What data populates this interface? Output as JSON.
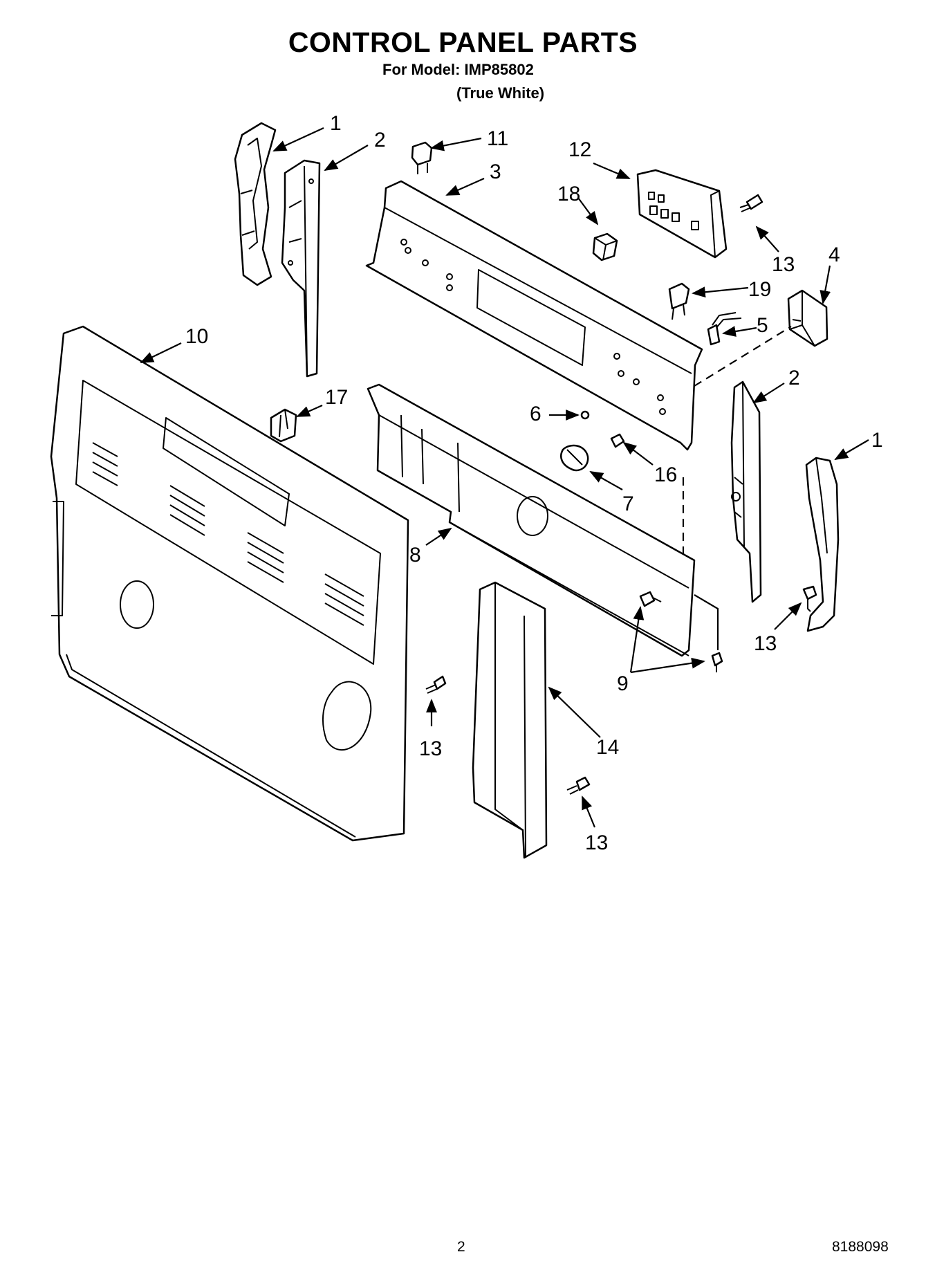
{
  "title": "CONTROL PANEL PARTS",
  "model_line": "For Model: IMP85802",
  "color_line": "(True White)",
  "footer": {
    "page_number": "2",
    "doc_number": "8188098"
  },
  "callouts": [
    {
      "id": "c1a",
      "label": "1"
    },
    {
      "id": "c2a",
      "label": "2"
    },
    {
      "id": "c11",
      "label": "11"
    },
    {
      "id": "c3",
      "label": "3"
    },
    {
      "id": "c12",
      "label": "12"
    },
    {
      "id": "c18",
      "label": "18"
    },
    {
      "id": "c13a",
      "label": "13"
    },
    {
      "id": "c4",
      "label": "4"
    },
    {
      "id": "c19",
      "label": "19"
    },
    {
      "id": "c5",
      "label": "5"
    },
    {
      "id": "c10",
      "label": "10"
    },
    {
      "id": "c17",
      "label": "17"
    },
    {
      "id": "c2b",
      "label": "2"
    },
    {
      "id": "c6",
      "label": "6"
    },
    {
      "id": "c1b",
      "label": "1"
    },
    {
      "id": "c16",
      "label": "16"
    },
    {
      "id": "c7",
      "label": "7"
    },
    {
      "id": "c8",
      "label": "8"
    },
    {
      "id": "c13b",
      "label": "13"
    },
    {
      "id": "c9",
      "label": "9"
    },
    {
      "id": "c13c",
      "label": "13"
    },
    {
      "id": "c14",
      "label": "14"
    },
    {
      "id": "c13d",
      "label": "13"
    }
  ]
}
